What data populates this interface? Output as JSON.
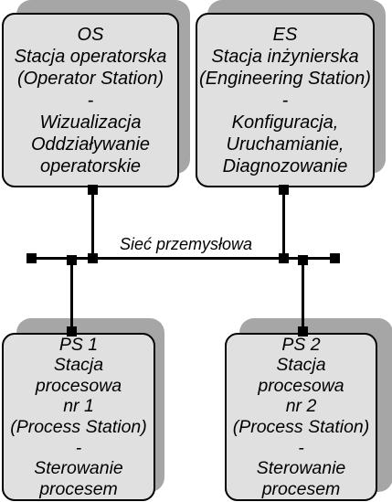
{
  "network": {
    "label": "Sieć przemysłowa"
  },
  "stations": {
    "os": {
      "lines": [
        "OS",
        "Stacja operatorska",
        "(Operator Station)",
        "-",
        "Wizualizacja",
        "Oddziaływanie",
        "operatorskie"
      ]
    },
    "es": {
      "lines": [
        "ES",
        "Stacja inżynierska",
        "(Engineering Station)",
        "-",
        "Konfiguracja,",
        "Uruchamianie,",
        "Diagnozowanie"
      ]
    },
    "ps1": {
      "lines": [
        "PS 1",
        "Stacja",
        "procesowa",
        "nr 1",
        "(Process Station)",
        "-",
        "Sterowanie",
        "procesem"
      ]
    },
    "ps2": {
      "lines": [
        "PS 2",
        "Stacja",
        "procesowa",
        "nr 2",
        "(Process Station)",
        "-",
        "Sterowanie",
        "procesem"
      ]
    }
  },
  "colors": {
    "box_fill": "#e0e0e0",
    "shadow": "#a6a6a6",
    "line": "#000000"
  }
}
